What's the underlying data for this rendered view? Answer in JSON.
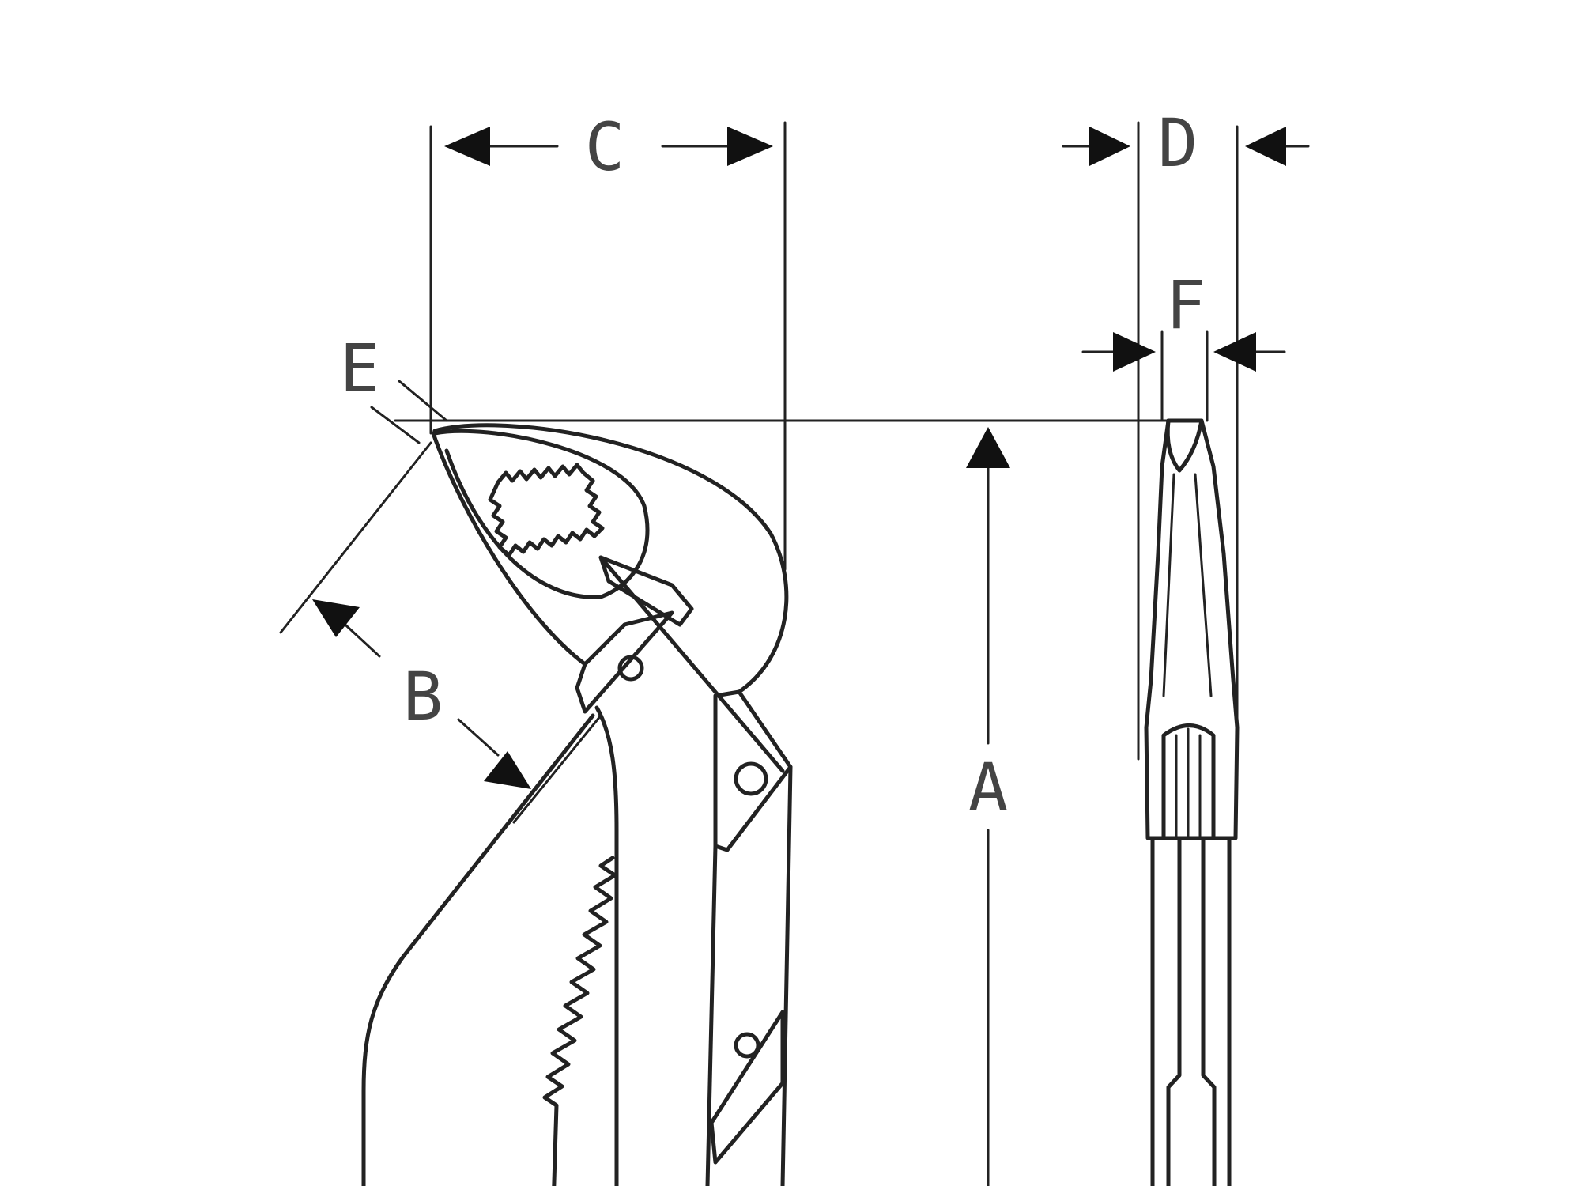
{
  "diagram": {
    "labels": {
      "A": "A",
      "B": "B",
      "C": "C",
      "D": "D",
      "E": "E",
      "F": "F"
    },
    "colors": {
      "ink": "#222222",
      "label": "#444444",
      "background": "#ffffff"
    }
  }
}
